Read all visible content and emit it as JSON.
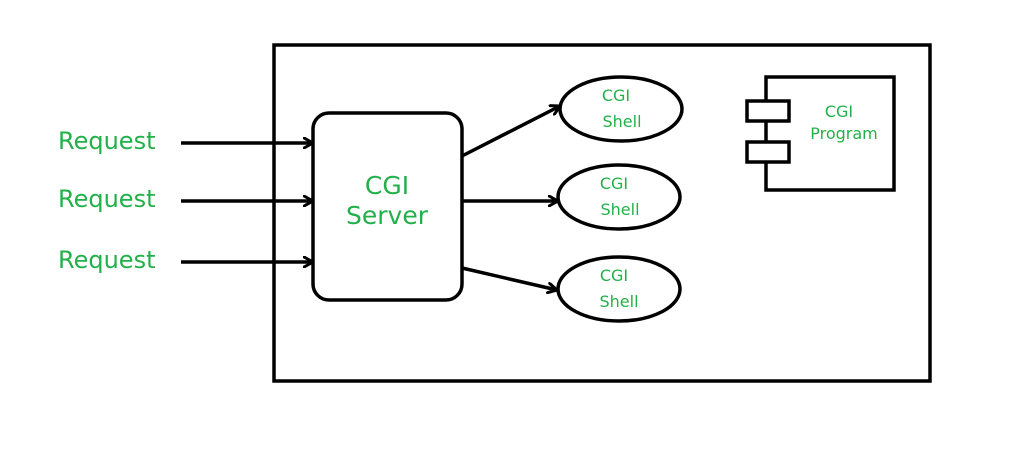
{
  "colors": {
    "label_green": "#22b04a",
    "stroke": "#000000",
    "background": "#ffffff"
  },
  "requests": [
    "Request",
    "Request",
    "Request"
  ],
  "server": {
    "line1": "CGI",
    "line2": "Server"
  },
  "shells": [
    {
      "line1": "CGI",
      "line2": "Shell"
    },
    {
      "line1": "CGI",
      "line2": "Shell"
    },
    {
      "line1": "CGI",
      "line2": "Shell"
    }
  ],
  "program": {
    "line1": "CGI",
    "line2": "Program"
  }
}
